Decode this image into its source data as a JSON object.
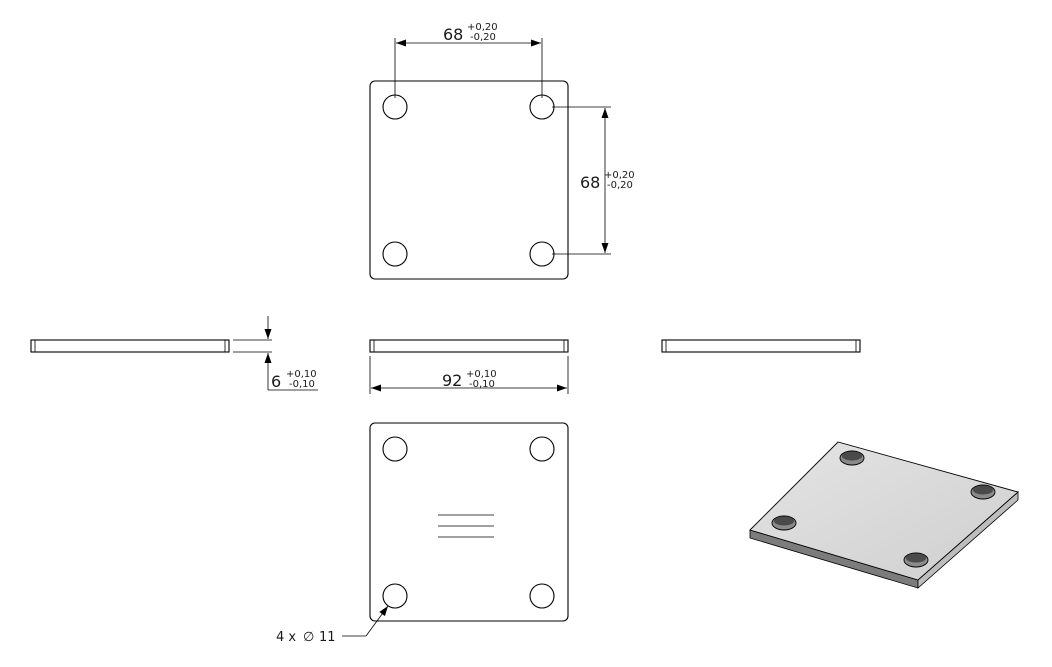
{
  "dimensions": {
    "top_hole_spacing": {
      "value": "68",
      "tol_plus": "+0,20",
      "tol_minus": "-0,20"
    },
    "side_hole_spacing": {
      "value": "68",
      "tol_plus": "+0,20",
      "tol_minus": "-0,20"
    },
    "thickness": {
      "value": "6",
      "tol_plus": "+0,10",
      "tol_minus": "-0,10"
    },
    "width": {
      "value": "92",
      "tol_plus": "+0,10",
      "tol_minus": "-0,10"
    }
  },
  "hole_callout": {
    "count_text": "4 x",
    "diameter_symbol": "∅",
    "diameter": "11"
  }
}
